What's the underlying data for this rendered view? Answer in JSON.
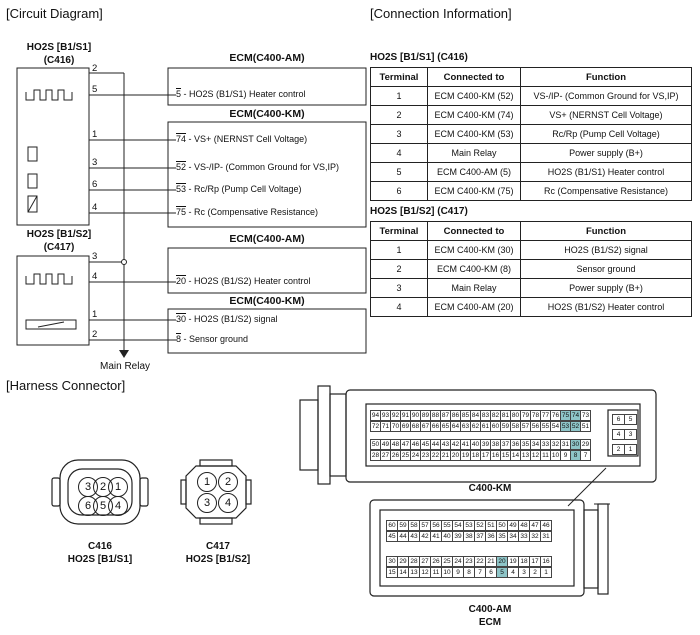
{
  "sections": {
    "circuit": "[Circuit Diagram]",
    "connection": "[Connection Information]",
    "harness": "[Harness Connector]"
  },
  "circuit": {
    "s1_title": "HO2S [B1/S1]",
    "s1_conn": "(C416)",
    "s2_title": "HO2S [B1/S2]",
    "s2_conn": "(C417)",
    "main_relay": "Main Relay",
    "s1_pins": [
      "2",
      "5",
      "1",
      "3",
      "6",
      "4"
    ],
    "s2_pins": [
      "3",
      "4",
      "1",
      "2"
    ],
    "ecm1_title": "ECM(C400-AM)",
    "ecm1_rows": [
      {
        "pin": "5",
        "text": " - HO2S (B1/S1) Heater control"
      }
    ],
    "ecm2_title": "ECM(C400-KM)",
    "ecm2_rows": [
      {
        "pin": "74",
        "text": " - VS+ (NERNST Cell Voltage)"
      },
      {
        "pin": "52",
        "text": " - VS-/IP- (Common Ground for VS,IP)"
      },
      {
        "pin": "53",
        "text": " - Rc/Rp (Pump Cell Voltage)"
      },
      {
        "pin": "75",
        "text": " - Rc (Compensative Resistance)"
      }
    ],
    "ecm3_title": "ECM(C400-AM)",
    "ecm3_rows": [
      {
        "pin": "20",
        "text": " - HO2S (B1/S2) Heater control"
      }
    ],
    "ecm4_title": "ECM(C400-KM)",
    "ecm4_rows": [
      {
        "pin": "30",
        "text": " - HO2S (B1/S2) signal"
      },
      {
        "pin": "8",
        "text": " - Sensor ground"
      }
    ]
  },
  "table1": {
    "title": "HO2S [B1/S1] (C416)",
    "headers": [
      "Terminal",
      "Connected to",
      "Function"
    ],
    "rows": [
      [
        "1",
        "ECM C400-KM (52)",
        "VS-/IP- (Common Ground for VS,IP)"
      ],
      [
        "2",
        "ECM C400-KM (74)",
        "VS+ (NERNST Cell Voltage)"
      ],
      [
        "3",
        "ECM C400-KM (53)",
        "Rc/Rp (Pump Cell Voltage)"
      ],
      [
        "4",
        "Main Relay",
        "Power supply (B+)"
      ],
      [
        "5",
        "ECM C400-AM (5)",
        "HO2S (B1/S1) Heater control"
      ],
      [
        "6",
        "ECM C400-KM (75)",
        "Rc (Compensative Resistance)"
      ]
    ]
  },
  "table2": {
    "title": "HO2S [B1/S2] (C417)",
    "headers": [
      "Terminal",
      "Connected to",
      "Function"
    ],
    "rows": [
      [
        "1",
        "ECM C400-KM (30)",
        "HO2S (B1/S2) signal"
      ],
      [
        "2",
        "ECM C400-KM (8)",
        "Sensor ground"
      ],
      [
        "3",
        "Main Relay",
        "Power supply (B+)"
      ],
      [
        "4",
        "ECM C400-AM (20)",
        "HO2S (B1/S2) Heater control"
      ]
    ]
  },
  "connectors": {
    "c416_pins": [
      "3",
      "2",
      "1",
      "6",
      "5",
      "4"
    ],
    "c416_name": "C416",
    "c416_sub": "HO2S [B1/S1]",
    "c417_pins": [
      "1",
      "2",
      "3",
      "4"
    ],
    "c417_name": "C417",
    "c417_sub": "HO2S [B1/S2]",
    "km_caption": "C400-KM",
    "am_caption": "C400-AM",
    "am_caption2": "ECM",
    "km_row1": [
      "94",
      "93",
      "92",
      "91",
      "90",
      "89",
      "88",
      "87",
      "86",
      "85",
      "84",
      "83",
      "82",
      "81",
      "80",
      "79",
      "78",
      "77",
      "76",
      "75",
      "74",
      "73"
    ],
    "km_row2": [
      "72",
      "71",
      "70",
      "69",
      "68",
      "67",
      "66",
      "65",
      "64",
      "63",
      "62",
      "61",
      "60",
      "59",
      "58",
      "57",
      "56",
      "55",
      "54",
      "53",
      "52",
      "51"
    ],
    "km_row3": [
      "50",
      "49",
      "48",
      "47",
      "46",
      "45",
      "44",
      "43",
      "42",
      "41",
      "40",
      "39",
      "38",
      "37",
      "36",
      "35",
      "34",
      "33",
      "32",
      "31",
      "30",
      "29"
    ],
    "km_row4": [
      "28",
      "27",
      "26",
      "25",
      "24",
      "23",
      "22",
      "21",
      "20",
      "19",
      "18",
      "17",
      "16",
      "15",
      "14",
      "13",
      "12",
      "11",
      "10",
      "9",
      "8",
      "7"
    ],
    "km_side": [
      "6",
      "5",
      "4",
      "3",
      "2",
      "1"
    ],
    "am_row1": [
      "60",
      "59",
      "58",
      "57",
      "56",
      "55",
      "54",
      "53",
      "52",
      "51",
      "50",
      "49",
      "48",
      "47",
      "46"
    ],
    "am_row2": [
      "45",
      "44",
      "43",
      "42",
      "41",
      "40",
      "39",
      "38",
      "37",
      "36",
      "35",
      "34",
      "33",
      "32",
      "31"
    ],
    "am_row3": [
      "30",
      "29",
      "28",
      "27",
      "26",
      "25",
      "24",
      "23",
      "22",
      "21",
      "20",
      "19",
      "18",
      "17",
      "16"
    ],
    "am_row4": [
      "15",
      "14",
      "13",
      "12",
      "11",
      "10",
      "9",
      "8",
      "7",
      "6",
      "5",
      "4",
      "3",
      "2",
      "1"
    ],
    "km_highlight": [
      "75",
      "74",
      "53",
      "52",
      "30",
      "8"
    ],
    "am_highlight": [
      "20",
      "5"
    ],
    "highlight_color": "#8ec5c8"
  }
}
